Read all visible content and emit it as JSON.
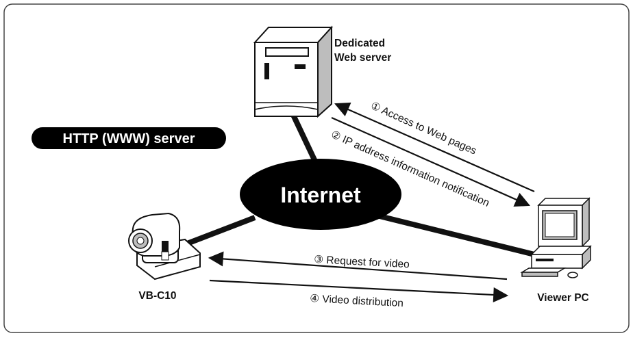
{
  "badge": {
    "text": "HTTP (WWW) server"
  },
  "cloud": {
    "text": "Internet"
  },
  "devices": {
    "server": {
      "line1": "Dedicated",
      "line2": "Web server",
      "icon": "web-server-icon"
    },
    "camera": {
      "label": "VB-C10",
      "icon": "network-camera-icon"
    },
    "viewer": {
      "label": "Viewer PC",
      "icon": "desktop-pc-icon"
    }
  },
  "steps": [
    {
      "text": "① Access to Web pages"
    },
    {
      "text": "② IP address information notification"
    },
    {
      "text": "③ Request for video"
    },
    {
      "text": "④ Video distribution"
    }
  ],
  "colors": {
    "ink": "#111111",
    "border": "#444444",
    "device_fill": "#ffffff",
    "device_shade": "#bdbdbd"
  }
}
